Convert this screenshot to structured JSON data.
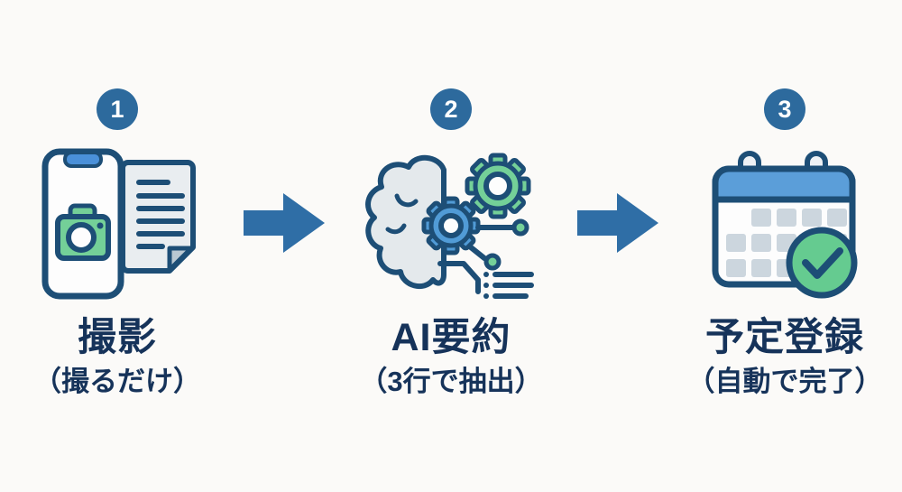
{
  "diagram": {
    "type": "process-flow",
    "background_color": "#fbfaf8",
    "colors": {
      "outline_navy": "#1d4e76",
      "text_navy": "#16335a",
      "badge_blue": "#2d6a9d",
      "arrow_blue": "#2f6ea6",
      "accent_blue": "#5b9ed9",
      "accent_green": "#74d098",
      "light_fill": "#e9edf0",
      "grid_gray": "#ccd6de"
    },
    "steps": [
      {
        "number": "1",
        "title": "撮影",
        "subtitle": "（撮るだけ）",
        "icon": "phone-camera-document-icon"
      },
      {
        "number": "2",
        "title": "AI要約",
        "subtitle": "（3行で抽出）",
        "icon": "ai-brain-gears-icon"
      },
      {
        "number": "3",
        "title": "予定登録",
        "subtitle": "（自動で完了）",
        "icon": "calendar-check-icon"
      }
    ],
    "arrows": [
      {
        "icon": "right-arrow-icon"
      },
      {
        "icon": "right-arrow-icon"
      }
    ]
  }
}
